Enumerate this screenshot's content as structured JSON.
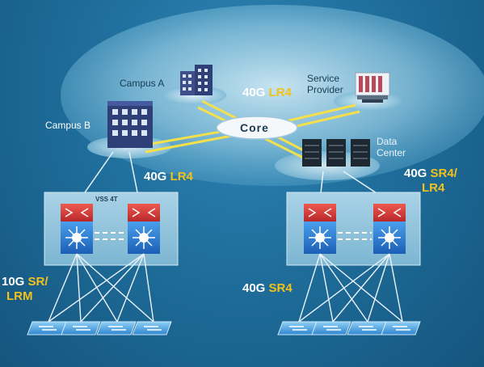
{
  "sites": {
    "campus_a": "Campus A",
    "campus_b": "Campus B",
    "provider_line1": "Service",
    "provider_line2": "Provider",
    "core": "Core",
    "dc_line1": "Data",
    "dc_line2": "Center"
  },
  "links": {
    "top": {
      "speed": "40G",
      "type": "LR4"
    },
    "left_uplink": {
      "speed": "40G",
      "type": "LR4"
    },
    "right_uplink": {
      "speed": "40G",
      "type_line1": "SR4/",
      "type_line2": "LR4"
    },
    "left_access": {
      "speed": "10G",
      "type_line1": "SR/",
      "type_line2": "LRM"
    },
    "right_access": {
      "speed": "40G",
      "type": "SR4"
    }
  },
  "vss_label": "VSS 4T",
  "colors": {
    "highlight": "#f2c21b",
    "background": "#1f6e9c",
    "core_link": "#f4e04a",
    "switch_red": "#d83a3a",
    "switch_blue": "#2d7fd6"
  },
  "icons": [
    "campus-building-icon",
    "server-rack-icon",
    "data-center-servers-icon",
    "core-switch-icon",
    "distribution-switch-icon",
    "access-switch-icon"
  ]
}
